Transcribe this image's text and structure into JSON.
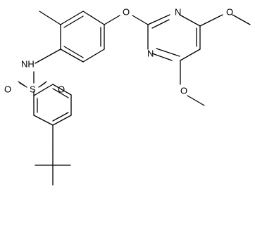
{
  "structure": {
    "atoms": {
      "nh": "NH",
      "s": "S",
      "o_sulfonyl_left": "O",
      "o_sulfonyl_right": "O",
      "o_ether": "O",
      "o_methoxy_top": "O",
      "o_methoxy_bottom": "O",
      "n_ring_top": "N",
      "n_ring_bottom": "N"
    }
  },
  "colors": {
    "bond": "#000000",
    "label": "#000000",
    "background": "#ffffff"
  }
}
